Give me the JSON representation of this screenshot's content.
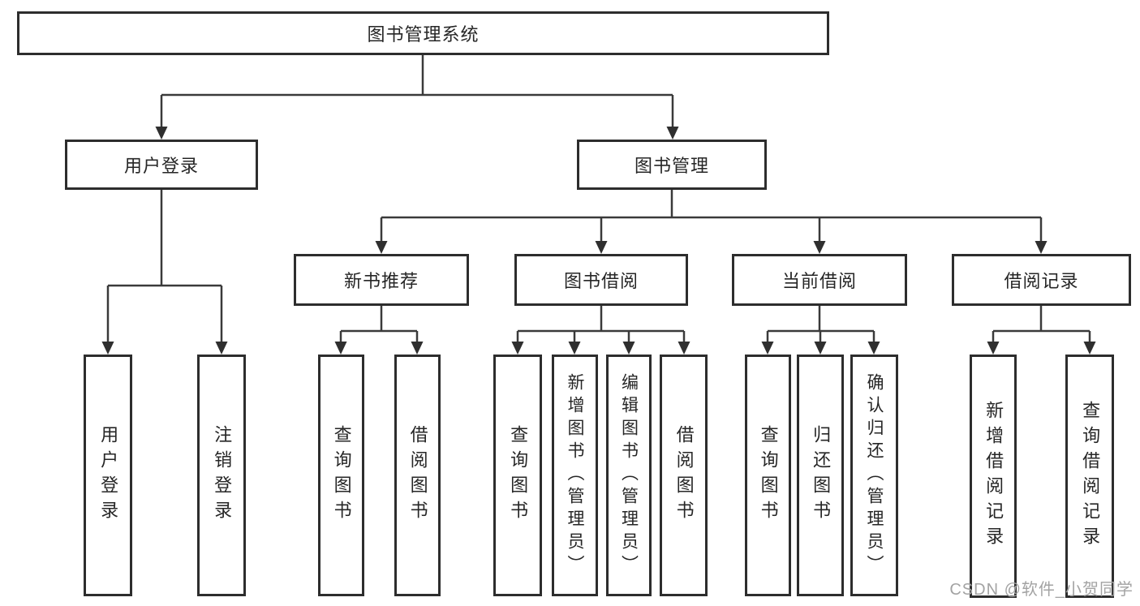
{
  "diagram": {
    "root": {
      "label": "图书管理系统"
    },
    "level2": [
      {
        "label": "用户登录"
      },
      {
        "label": "图书管理"
      }
    ],
    "level3": [
      {
        "label": "新书推荐"
      },
      {
        "label": "图书借阅"
      },
      {
        "label": "当前借阅"
      },
      {
        "label": "借阅记录"
      }
    ],
    "leaves": {
      "login": [
        "用户登录",
        "注销登录"
      ],
      "recommend": [
        "查询图书",
        "借阅图书"
      ],
      "borrow": [
        "查询图书",
        "新增图书（管理员）",
        "编辑图书（管理员）",
        "借阅图书"
      ],
      "current": [
        "查询图书",
        "归还图书",
        "确认归还（管理员）"
      ],
      "records": [
        "新增借阅记录",
        "查询借阅记录"
      ]
    }
  },
  "watermark": {
    "text": "CSDN @软件_小贺同学"
  },
  "colors": {
    "background": "#ffffff",
    "box_border": "#2d2d2d",
    "connector_line": "#3a3a3a",
    "text": "#262626",
    "watermark": "#a3a3a3"
  }
}
